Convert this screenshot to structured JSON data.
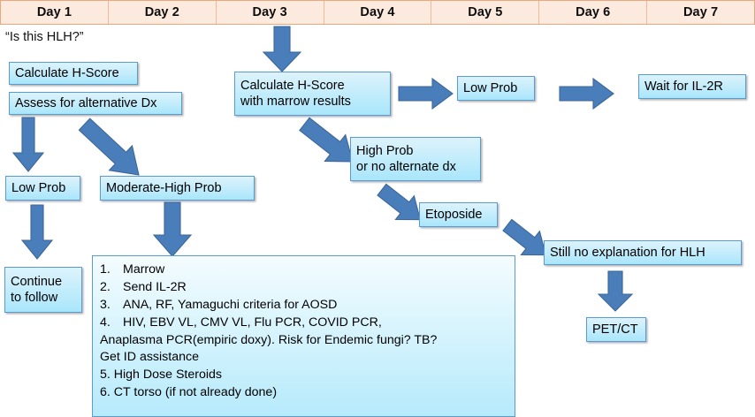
{
  "timeline": {
    "name": "day-timeline-header",
    "columns": [
      {
        "label": "Day 1"
      },
      {
        "label": "Day 2"
      },
      {
        "label": "Day 3"
      },
      {
        "label": "Day 4"
      },
      {
        "label": "Day 5"
      },
      {
        "label": "Day 6"
      },
      {
        "label": "Day 7"
      }
    ]
  },
  "annotation": {
    "opening_question": "“Is this HLH?”"
  },
  "nodes": {
    "calculate_hscore": "Calculate H-Score",
    "assess_alternative_dx": "Assess for alternative Dx",
    "low_prob_day1": "Low Prob",
    "moderate_high_prob": "Moderate-High Prob",
    "continue_to_follow_l1": "Continue",
    "continue_to_follow_l2": "to follow",
    "calculate_hscore_marrow_l1": "Calculate H-Score",
    "calculate_hscore_marrow_l2": "with marrow results",
    "low_prob_day4": "Low Prob",
    "wait_for_il2r": "Wait for IL-2R",
    "high_prob_l1": "High Prob",
    "high_prob_l2": "or no alternate dx",
    "etoposide": "Etoposide",
    "still_no_explanation": "Still no explanation for HLH",
    "pet_ct": "PET/CT"
  },
  "workup_list": {
    "items": [
      {
        "num": "1.",
        "text": "Marrow"
      },
      {
        "num": "2.",
        "text": "Send IL-2R"
      },
      {
        "num": "3.",
        "text": "ANA, RF, Yamaguchi criteria for AOSD"
      },
      {
        "num": "4.",
        "text": "HIV, EBV VL, CMV VL, Flu PCR, COVID PCR,"
      }
    ],
    "continuation": [
      "Anaplasma PCR(empiric doxy). Risk for Endemic fungi? TB?",
      "Get ID assistance",
      "5. High Dose Steroids",
      "6. CT torso (if not already done)"
    ]
  },
  "colors": {
    "header_bg": "#fdeadf",
    "header_border": "#e8a87c",
    "box_border": "#5b9bd5",
    "box_fill_top": "#ddf3fb",
    "box_fill_bottom": "#a9e6fb",
    "arrow_fill": "#4a7ebb",
    "arrow_stroke": "#3c6699",
    "text": "#000000"
  }
}
